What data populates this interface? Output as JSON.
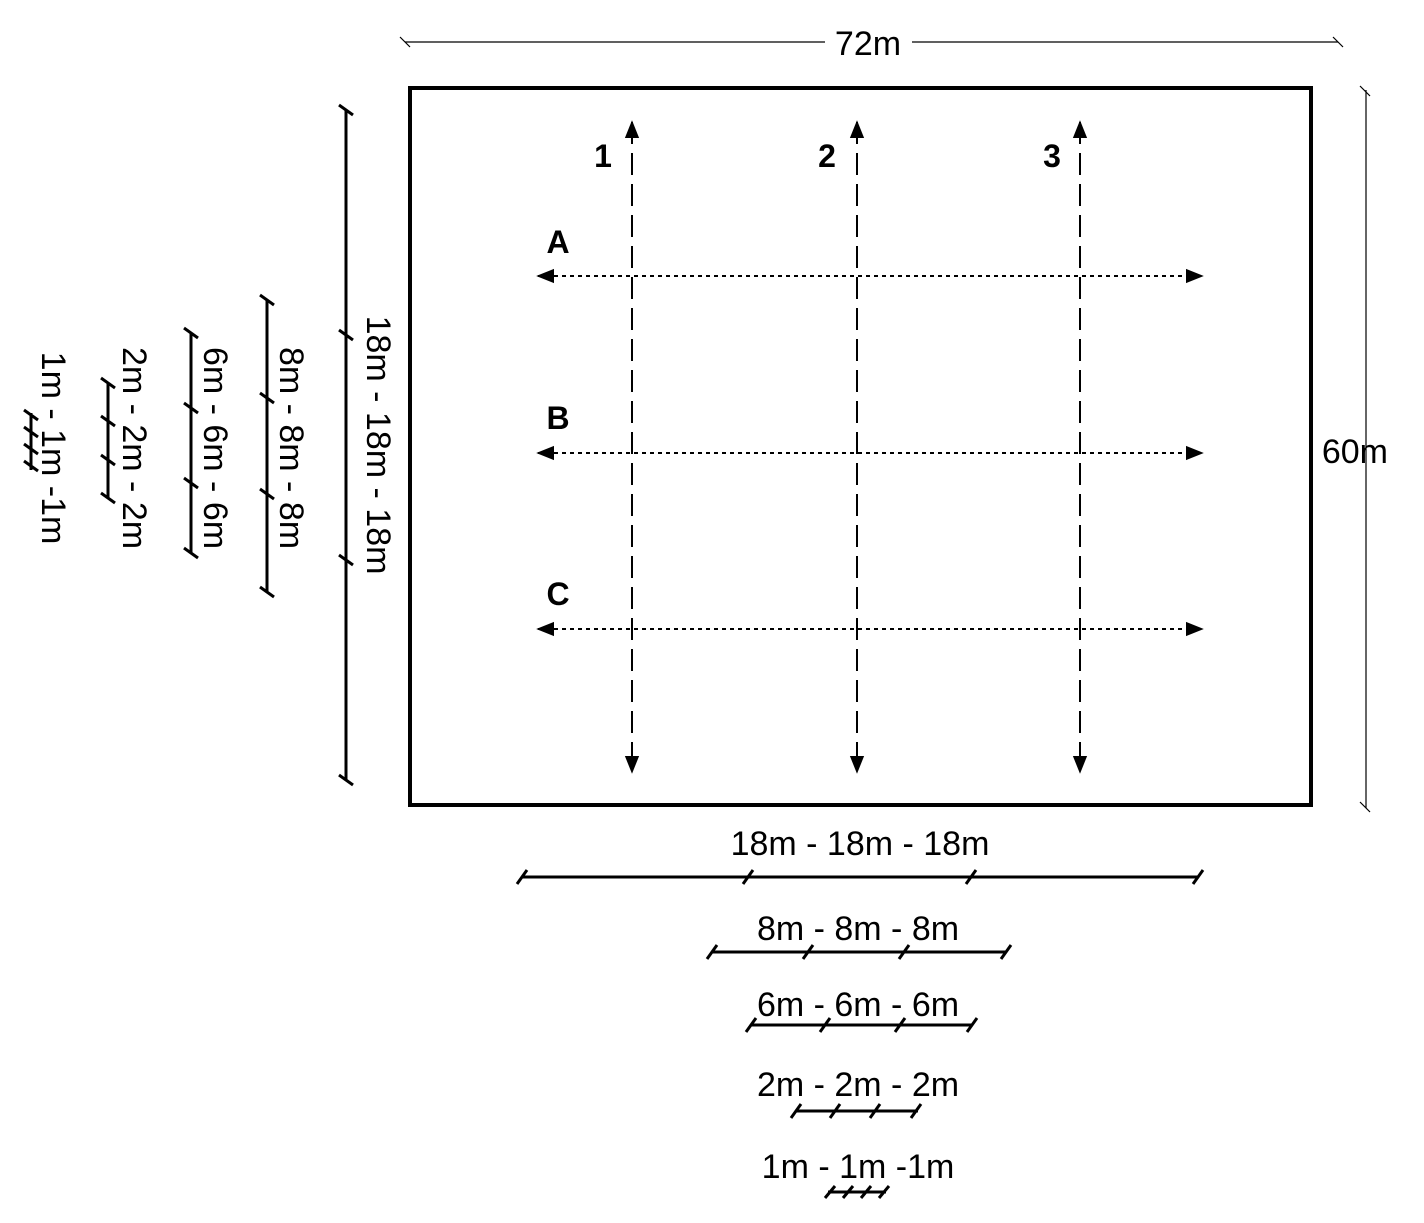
{
  "colors": {
    "ink": "#000000",
    "background": "#ffffff"
  },
  "plot": {
    "width_label": "72m",
    "height_label": "60m"
  },
  "transects": {
    "vertical": [
      "1",
      "2",
      "3"
    ],
    "horizontal": [
      "A",
      "B",
      "C"
    ]
  },
  "scales": {
    "horizontal": [
      {
        "label": "18m - 18m - 18m"
      },
      {
        "label": "8m - 8m - 8m"
      },
      {
        "label": "6m - 6m - 6m"
      },
      {
        "label": "2m - 2m - 2m"
      },
      {
        "label": "1m - 1m -1m"
      }
    ],
    "vertical": [
      {
        "label": "18m - 18m - 18m"
      },
      {
        "label": "8m - 8m - 8m"
      },
      {
        "label": "6m - 6m - 6m"
      },
      {
        "label": "2m - 2m - 2m"
      },
      {
        "label": "1m - 1m -1m"
      }
    ]
  }
}
